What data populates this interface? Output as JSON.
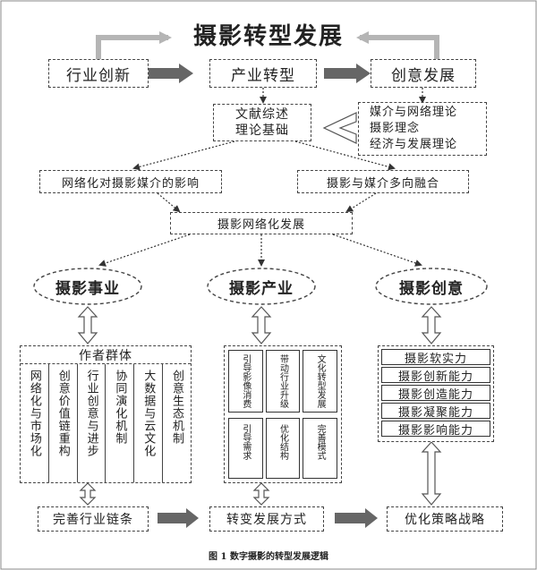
{
  "title": "摄影转型发展",
  "top_row": [
    "行业创新",
    "产业转型",
    "创意发展"
  ],
  "theory": {
    "label_line1": "文献综述",
    "label_line2": "理论基础",
    "items": [
      "媒介与网络理论",
      "摄影理念",
      "经济与发展理论"
    ]
  },
  "effects": {
    "left": "网络化对摄影媒介的影响",
    "right": "摄影与媒介多向融合"
  },
  "network_dev": "摄影网络化发展",
  "pillars": [
    "摄影事业",
    "摄影产业",
    "摄影创意"
  ],
  "career_group": {
    "header": "作者群体",
    "columns": [
      "网络化与市场化",
      "创意价值链重构",
      "行业创意与进步",
      "协同演化机制",
      "大数据与云文化",
      "创意生态机制"
    ]
  },
  "industry_grid": {
    "top": [
      "引导影像消费",
      "带动行业升级",
      "文化转型发展"
    ],
    "bottom": [
      "引导需求",
      "优化结构",
      "完善模式"
    ]
  },
  "creative_list": [
    "摄影软实力",
    "摄影创新能力",
    "摄影创造能力",
    "摄影凝聚能力",
    "摄影影响能力"
  ],
  "bottom_row": [
    "完善行业链条",
    "转变发展方式",
    "优化策略战略"
  ],
  "caption": "图 1  数字摄影的转型发展逻辑"
}
